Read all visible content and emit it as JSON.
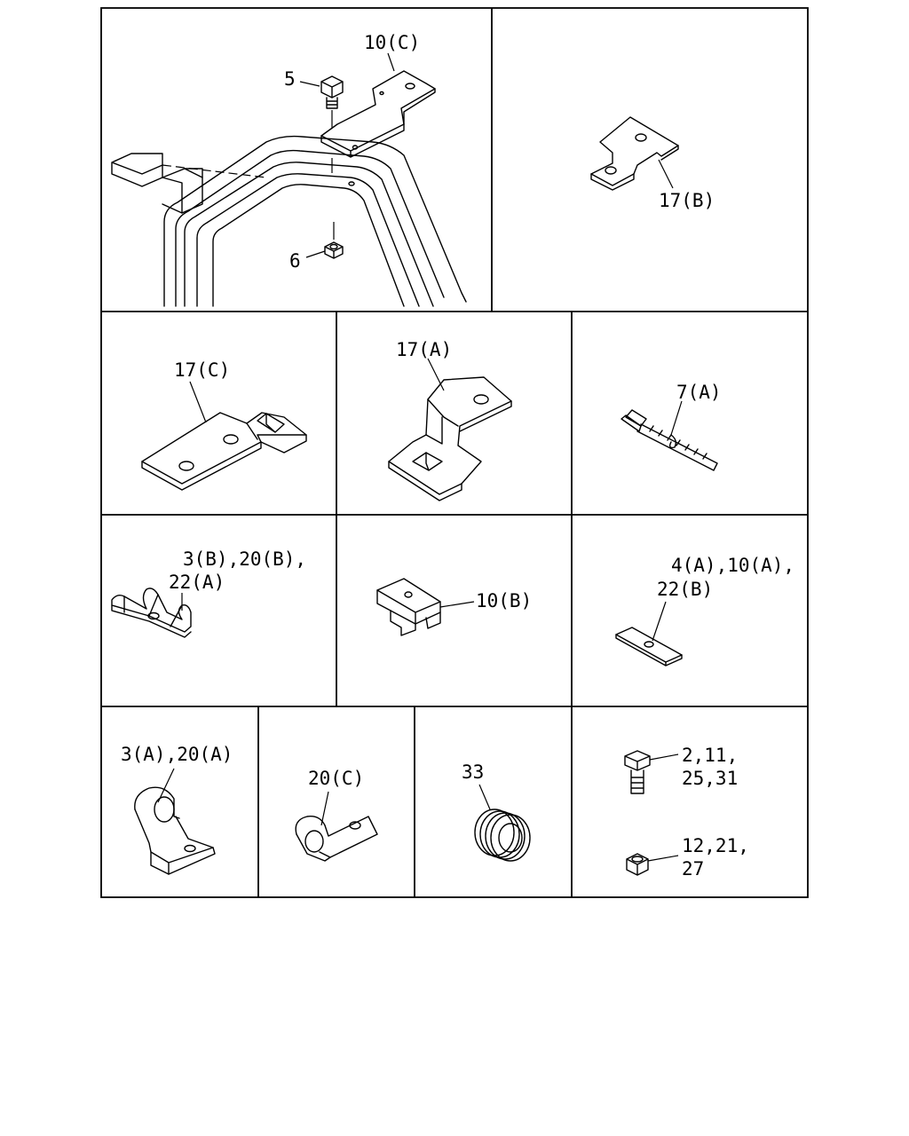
{
  "labels": {
    "part_10c": "10(C)",
    "part_5": "5",
    "part_6": "6",
    "part_17b": "17(B)",
    "part_17c": "17(C)",
    "part_17a": "17(A)",
    "part_7a": "7(A)",
    "part_3b_line1": "3(B),20(B),",
    "part_3b_line2": "22(A)",
    "part_10b": "10(B)",
    "part_4a_line1": "4(A),10(A),",
    "part_4a_line2": "22(B)",
    "part_3a": "3(A),20(A)",
    "part_20c": "20(C)",
    "part_33": "33",
    "part_bolt_line1": "2,11,",
    "part_bolt_line2": "25,31",
    "part_nut_line1": "12,21,",
    "part_nut_line2": "27"
  }
}
